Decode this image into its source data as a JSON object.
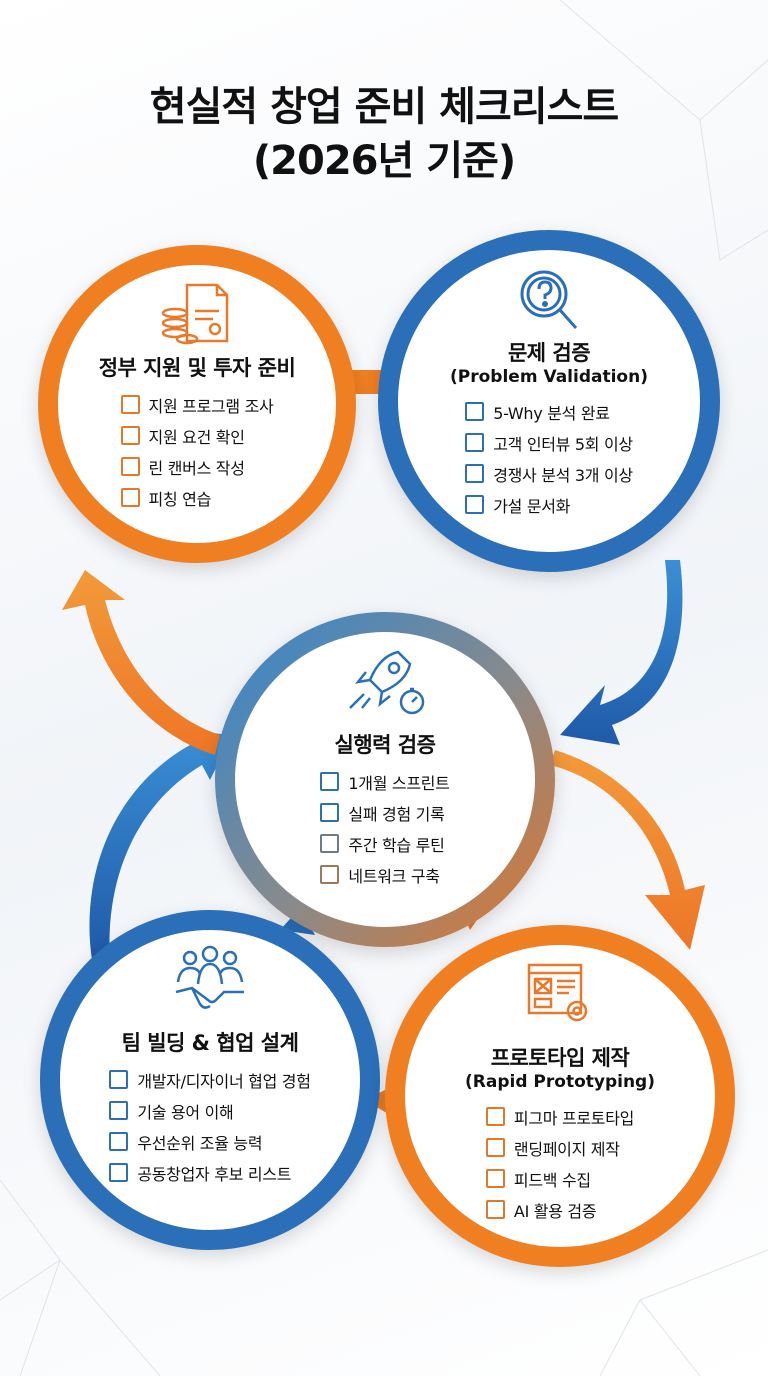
{
  "title_line1": "현실적 창업 준비 체크리스트",
  "title_line2": "(2026년 기준)",
  "colors": {
    "orange": "#f07f22",
    "blue": "#2a6fb8"
  },
  "nodes": {
    "gov": {
      "icon": "document-coins-icon",
      "title": "정부 지원 및 투자 준비",
      "items": [
        "지원 프로그램 조사",
        "지원 요건 확인",
        "린 캔버스 작성",
        "피칭 연습"
      ]
    },
    "problem": {
      "icon": "magnifier-question-icon",
      "title": "문제 검증",
      "subtitle": "(Problem Validation)",
      "items": [
        "5-Why 분석 완료",
        "고객 인터뷰 5회 이상",
        "경쟁사 분석 3개 이상",
        "가설 문서화"
      ]
    },
    "execution": {
      "icon": "rocket-stopwatch-icon",
      "title": "실행력 검증",
      "items": [
        "1개월 스프린트",
        "실패 경험 기록",
        "주간 학습 루틴",
        "네트워크 구축"
      ]
    },
    "team": {
      "icon": "team-handshake-icon",
      "title": "팀 빌딩 & 협업 설계",
      "items": [
        "개발자/디자이너 협업 경험",
        "기술 용어 이해",
        "우선순위 조율 능력",
        "공동창업자 후보 리스트"
      ]
    },
    "prototype": {
      "icon": "wireframe-gear-icon",
      "title": "프로토타입 제작",
      "subtitle": "(Rapid Prototyping)",
      "items": [
        "피그마 프로토타입",
        "랜딩페이지 제작",
        "피드백 수집",
        "AI 활용 검증"
      ]
    }
  }
}
